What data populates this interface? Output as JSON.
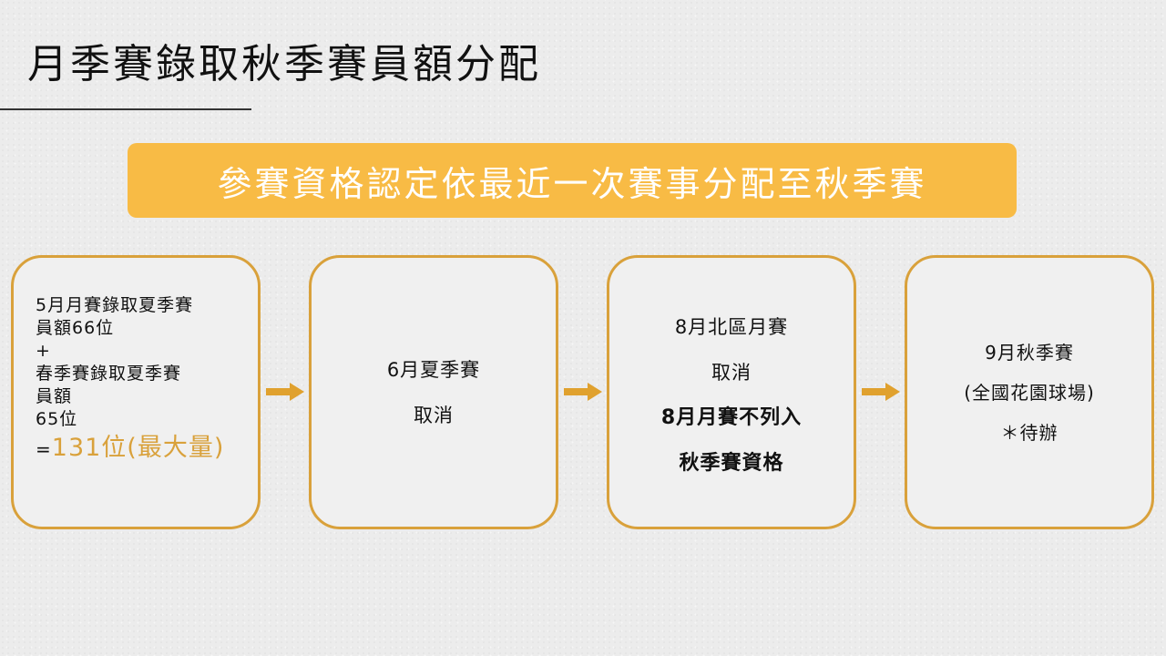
{
  "title": "月季賽錄取秋季賽員額分配",
  "banner": "參賽資格認定依最近一次賽事分配至秋季賽",
  "colors": {
    "accent": "#f8bb45",
    "border": "#d9a13b",
    "highlight": "#d9a13b",
    "arrow": "#e0a12e"
  },
  "steps": [
    {
      "lines": [
        "5月月賽錄取夏季賽",
        "員額66位",
        "+",
        "春季賽錄取夏季賽",
        "員額",
        "65位"
      ],
      "prefix": "=",
      "highlight": "131位(最大量)"
    },
    {
      "lines": [
        "6月夏季賽",
        "取消"
      ]
    },
    {
      "lines": [
        "8月北區月賽",
        "取消"
      ],
      "bold_lines": [
        "8月月賽不列入",
        "秋季賽資格"
      ]
    },
    {
      "lines": [
        "9月秋季賽",
        "(全國花園球場)",
        "＊待辦"
      ]
    }
  ],
  "arrows": [
    "arrow-right-icon",
    "arrow-right-icon",
    "arrow-right-icon"
  ]
}
